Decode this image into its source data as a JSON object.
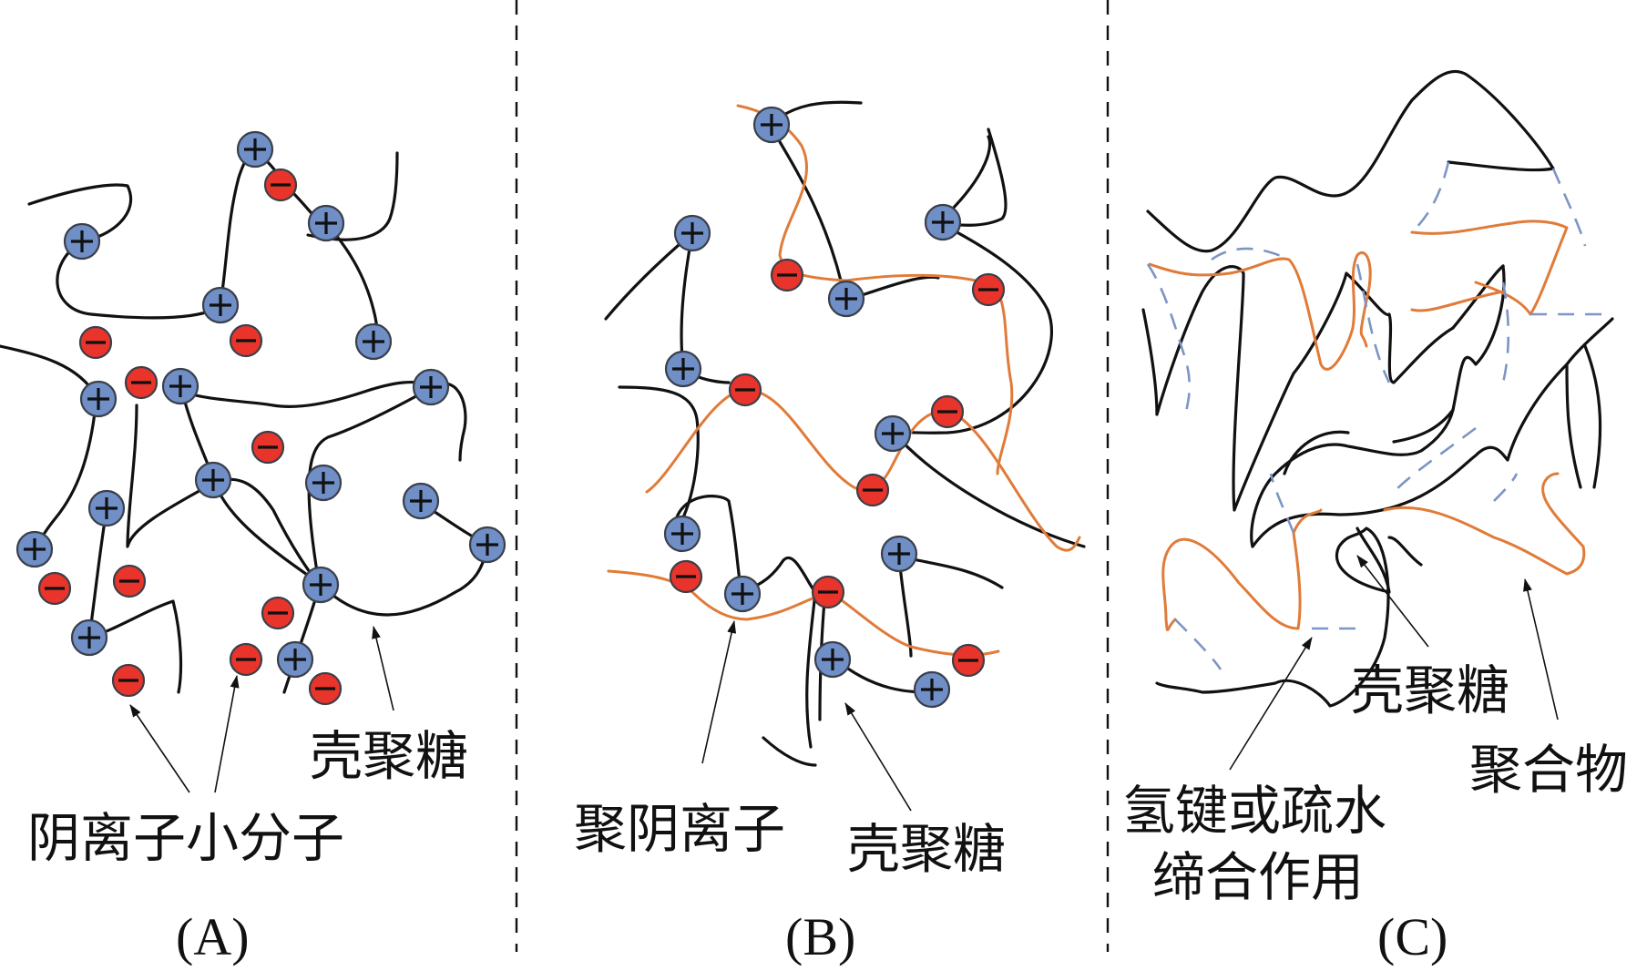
{
  "colors": {
    "chitosan_chain": "#111111",
    "polyanion_chain": "#e07b39",
    "polymer_chain": "#e07b39",
    "interaction_dashes": "#7d95c4",
    "cation": "#6f8fc6",
    "anion": "#e8342a"
  },
  "icons": {
    "cation": "plus-charge-icon",
    "anion": "minus-charge-icon"
  },
  "panels": [
    {
      "id": "A",
      "label": "(A)",
      "annotations": {
        "anion_small_molecule": "阴离子小分子",
        "chitosan": "壳聚糖"
      }
    },
    {
      "id": "B",
      "label": "(B)",
      "annotations": {
        "polyanion": "聚阴离子",
        "chitosan": "壳聚糖"
      }
    },
    {
      "id": "C",
      "label": "(C)",
      "annotations": {
        "interaction_line1": "氢键或疏水",
        "interaction_line2": "缔合作用",
        "chitosan": "壳聚糖",
        "polymer": "聚合物"
      }
    }
  ]
}
